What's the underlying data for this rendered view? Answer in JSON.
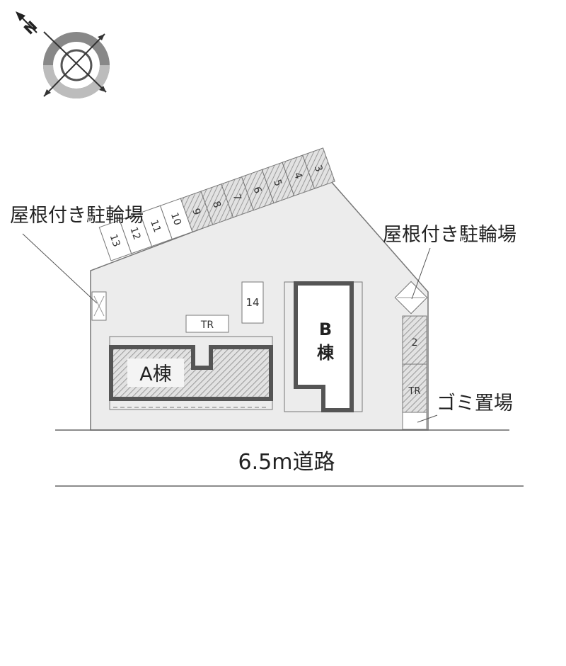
{
  "compass": {
    "north_label": "N",
    "icon": "north-arrow-compass-icon"
  },
  "labels": {
    "bike_parking_left": "屋根付き駐輪場",
    "bike_parking_right": "屋根付き駐輪場",
    "garbage": "ゴミ置場",
    "road": "6.5m道路",
    "building_a": "A棟",
    "building_b_letter": "B",
    "building_b_kanji": "棟",
    "tr_top": "TR",
    "tr_right": "TR",
    "space_2": "2",
    "space_14": "14"
  },
  "parking_spaces": [
    {
      "no": "13",
      "shaded": false
    },
    {
      "no": "12",
      "shaded": false
    },
    {
      "no": "11",
      "shaded": false
    },
    {
      "no": "10",
      "shaded": false
    },
    {
      "no": "9",
      "shaded": true
    },
    {
      "no": "8",
      "shaded": true
    },
    {
      "no": "7",
      "shaded": true
    },
    {
      "no": "6",
      "shaded": true
    },
    {
      "no": "5",
      "shaded": true
    },
    {
      "no": "4",
      "shaded": true
    },
    {
      "no": "3",
      "shaded": true
    }
  ],
  "colors": {
    "lot_fill": "#ececec",
    "building_stroke": "#555555",
    "hatch": "#9a9a9a",
    "line": "#666666"
  }
}
